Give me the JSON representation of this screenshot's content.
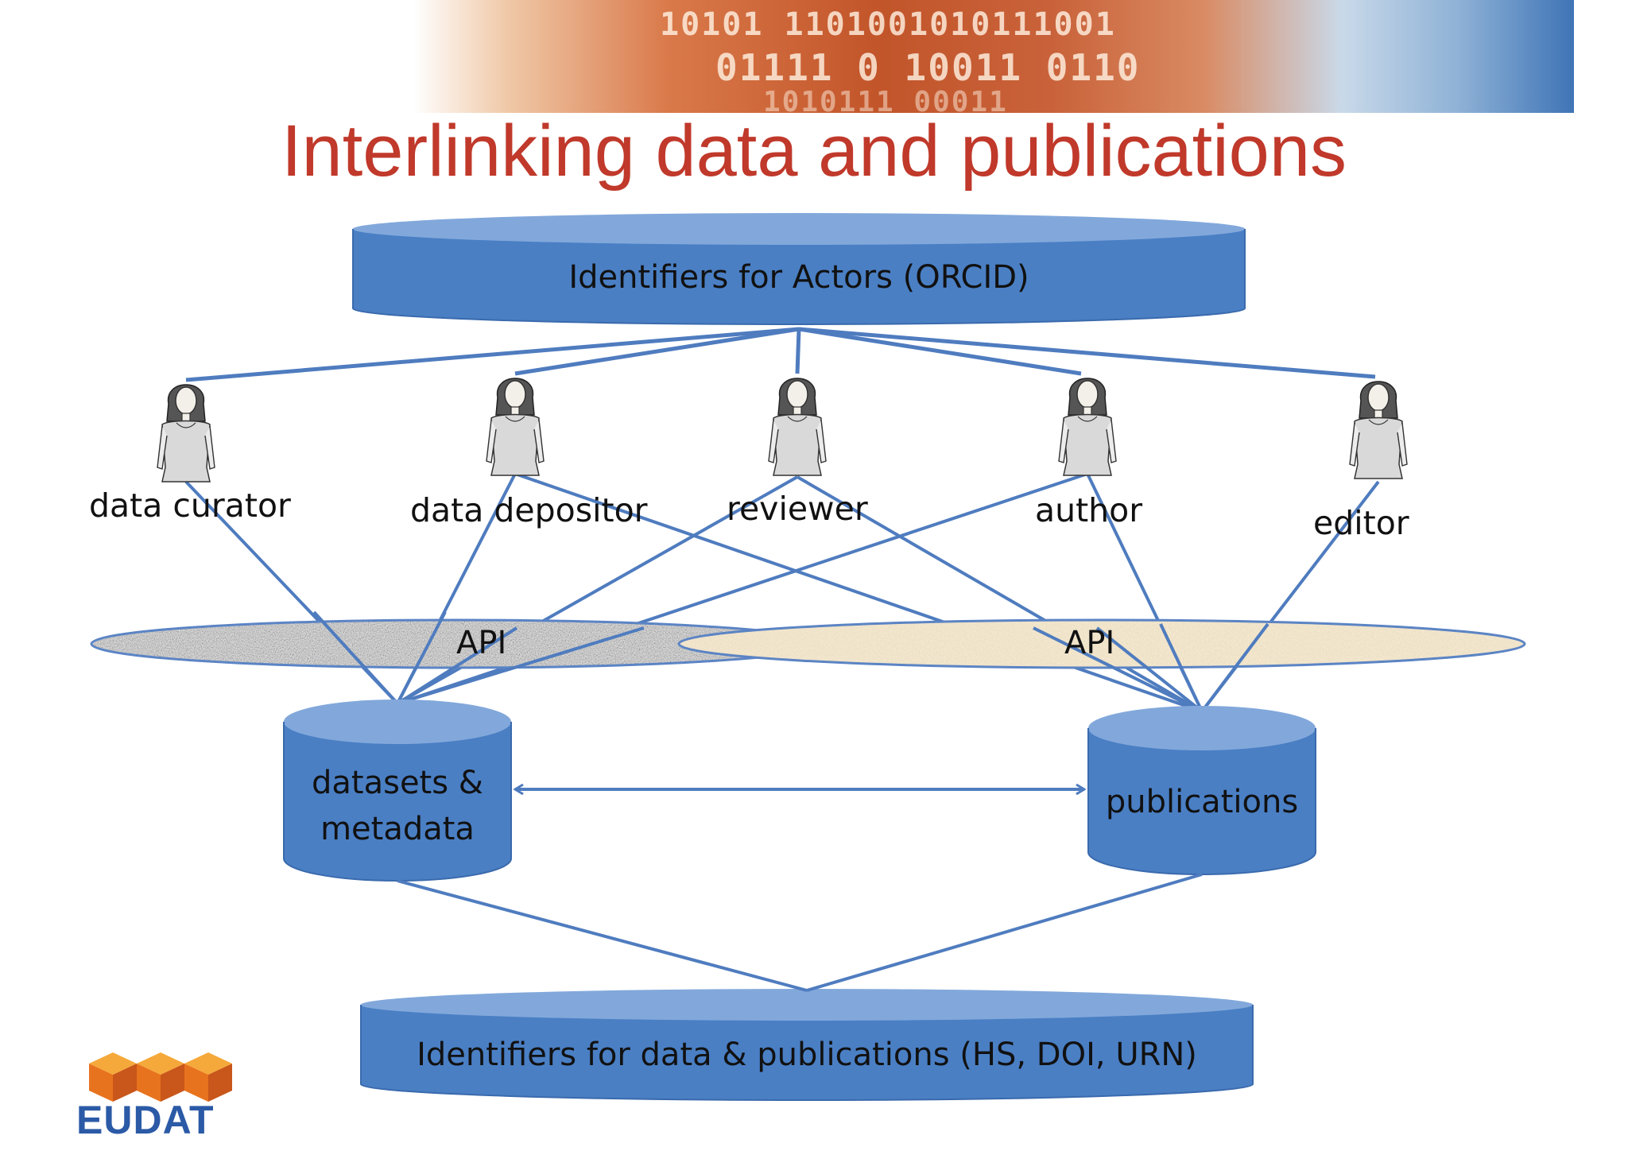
{
  "title": "Interlinking data and publications",
  "banner_binary": [
    "10101 1101001010111001",
    "01111 0 10011 0110",
    "1010111 00011"
  ],
  "top_bar": {
    "label": "Identifiers for  Actors (ORCID)"
  },
  "actors": [
    {
      "label": "data curator",
      "icon": "person-icon"
    },
    {
      "label": "data depositor",
      "icon": "person-icon"
    },
    {
      "label": "reviewer",
      "icon": "person-icon"
    },
    {
      "label": "author",
      "icon": "person-icon"
    },
    {
      "label": "editor",
      "icon": "person-icon"
    }
  ],
  "apis": [
    {
      "label": "API",
      "texture": "grey-speckle"
    },
    {
      "label": "API",
      "texture": "sand-beige"
    }
  ],
  "stores": [
    {
      "label_line1": "datasets &",
      "label_line2": "metadata"
    },
    {
      "label_line1": "publications",
      "label_line2": ""
    }
  ],
  "bottom_bar": {
    "label": "Identifiers for data & publications (HS, DOI, URN)"
  },
  "logo": {
    "text": "EUDAT"
  },
  "colors": {
    "title": "#c0392b",
    "shape_fill": "#4a7fc4",
    "shape_top": "#7fa6da",
    "connector": "#4f7cbf",
    "logo_orange": "#e8731e",
    "logo_blue": "#2b5aa6"
  }
}
